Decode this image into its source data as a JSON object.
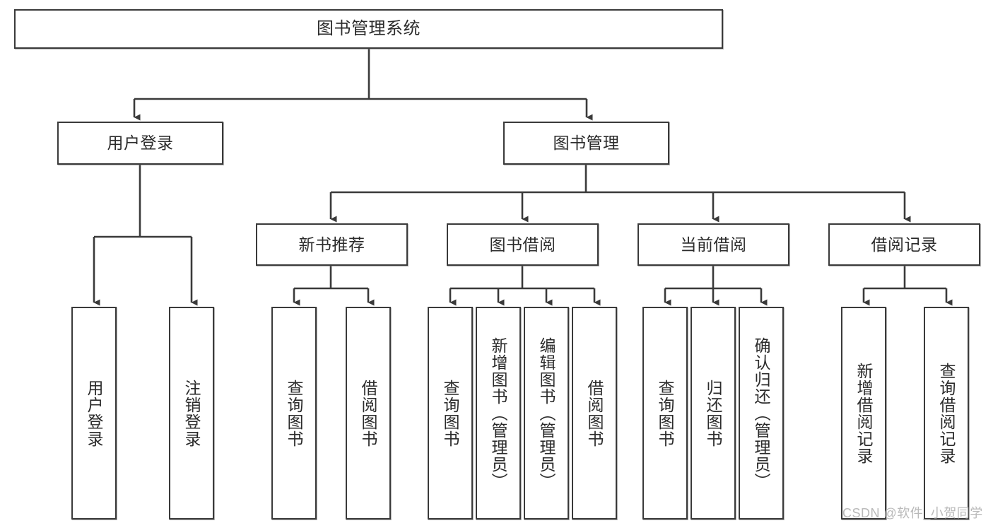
{
  "diagram": {
    "title": "图书管理系统",
    "type": "tree-hierarchy",
    "root": {
      "label": "图书管理系统"
    },
    "level2": [
      {
        "label": "用户登录"
      },
      {
        "label": "图书管理"
      }
    ],
    "level3": [
      {
        "label": "新书推荐"
      },
      {
        "label": "图书借阅"
      },
      {
        "label": "当前借阅"
      },
      {
        "label": "借阅记录"
      }
    ],
    "leaves": {
      "user_login": [
        {
          "label": "用户登录"
        },
        {
          "label": "注销登录"
        }
      ],
      "new_book_recommend": [
        {
          "label": "查询图书"
        },
        {
          "label": "借阅图书"
        }
      ],
      "book_borrow": [
        {
          "label": "查询图书"
        },
        {
          "label": "新增图书（管理员）"
        },
        {
          "label": "编辑图书（管理员）"
        },
        {
          "label": "借阅图书"
        }
      ],
      "current_borrow": [
        {
          "label": "查询图书"
        },
        {
          "label": "归还图书"
        },
        {
          "label": "确认归还（管理员）"
        }
      ],
      "borrow_record": [
        {
          "label": "新增借阅记录"
        },
        {
          "label": "查询借阅记录"
        }
      ]
    },
    "watermark": "CSDN @软件_小贺同学",
    "colors": {
      "border": "#3a3a3a",
      "text": "#2b2b2b",
      "background": "#ffffff",
      "edge": "#3a3a3a",
      "watermark": "#b9b9b9"
    }
  }
}
